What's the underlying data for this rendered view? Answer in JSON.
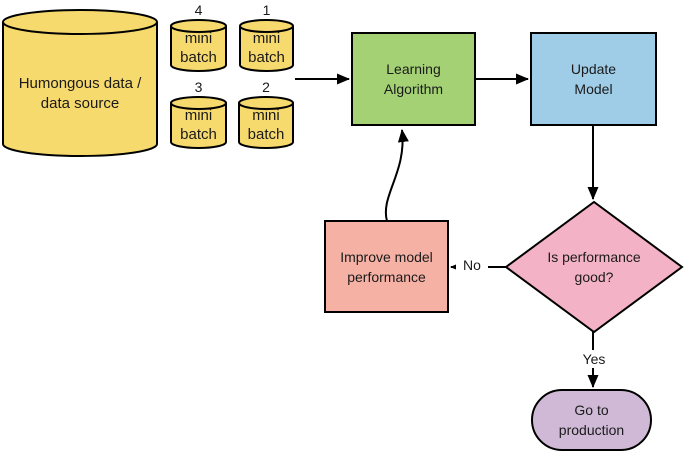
{
  "flowchart": {
    "colors": {
      "background": "#FFFFFF",
      "stroke": "#000000",
      "batch_fill": "#F7DA6E",
      "learning_fill": "#A3D174",
      "update_fill": "#9FCDE8",
      "decision_fill": "#F4B2C7",
      "improve_fill": "#F6B1A5",
      "production_fill": "#CFB9D7"
    },
    "data_source": {
      "lines": [
        "Humongous data /",
        "data source"
      ]
    },
    "mini_batches": [
      {
        "number": "4",
        "lines": [
          "mini",
          "batch"
        ]
      },
      {
        "number": "1",
        "lines": [
          "mini",
          "batch"
        ]
      },
      {
        "number": "3",
        "lines": [
          "mini",
          "batch"
        ]
      },
      {
        "number": "2",
        "lines": [
          "mini",
          "batch"
        ]
      }
    ],
    "nodes": {
      "learning_algorithm": {
        "lines": [
          "Learning",
          "Algorithm"
        ]
      },
      "update_model": {
        "lines": [
          "Update",
          "Model"
        ]
      },
      "decision": {
        "lines": [
          "Is performance",
          "good?"
        ]
      },
      "improve_model": {
        "lines": [
          "Improve model",
          "performance"
        ]
      },
      "production": {
        "lines": [
          "Go to",
          "production"
        ]
      }
    },
    "edge_labels": {
      "no": "No",
      "yes": "Yes"
    }
  }
}
